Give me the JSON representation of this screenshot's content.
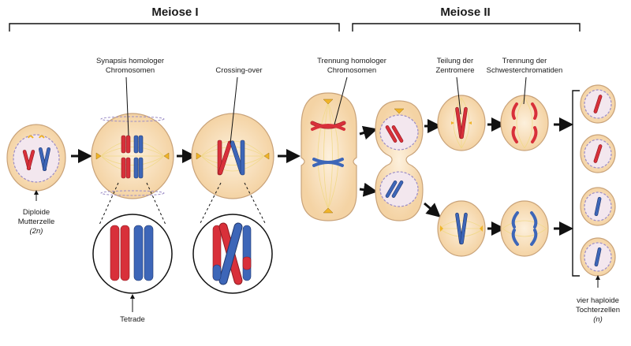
{
  "headers": {
    "meiosis1": "Meiose I",
    "meiosis2": "Meiose II"
  },
  "labels": {
    "synapsis_line1": "Synapsis homologer",
    "synapsis_line2": "Chromosomen",
    "crossing_over": "Crossing-over",
    "separation_line1": "Trennung homologer",
    "separation_line2": "Chromosomen",
    "centromere_line1": "Teilung der",
    "centromere_line2": "Zentromere",
    "sister_line1": "Trennung der",
    "sister_line2": "Schwesterchromatiden",
    "mother_line1": "Diploide",
    "mother_line2": "Mutterzelle",
    "mother_line3": "(2n)",
    "tetrad": "Tetrade",
    "daughters_line1": "vier haploide",
    "daughters_line2": "Tochterzellen",
    "daughters_line3": "(n)"
  },
  "colors": {
    "maternal": "#d8303a",
    "paternal": "#3d66b8",
    "cytoplasm": "#f7dcb4",
    "centrosome": "#f0b428"
  }
}
